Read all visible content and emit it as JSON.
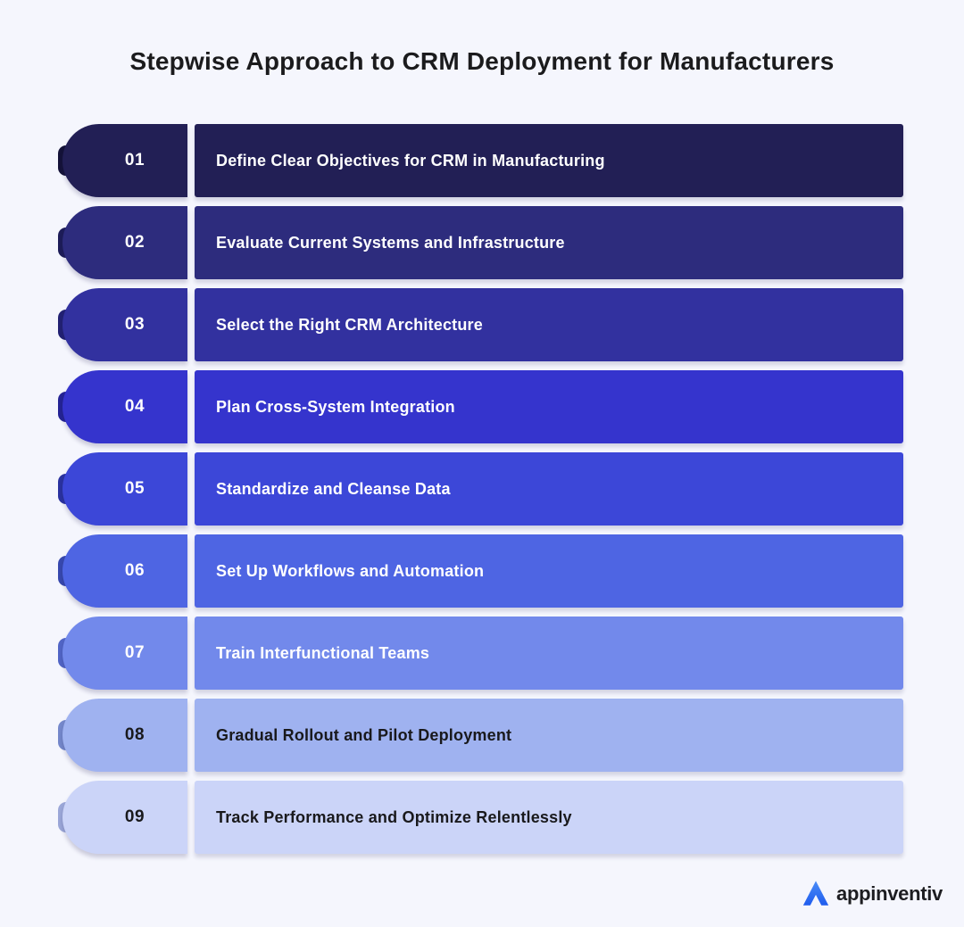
{
  "title": "Stepwise Approach to CRM Deployment for Manufacturers",
  "steps": [
    {
      "number": "01",
      "label": "Define Clear Objectives for CRM in Manufacturing",
      "bg": "#221f55",
      "notch": "#141238",
      "text_color": "#ffffff"
    },
    {
      "number": "02",
      "label": "Evaluate Current Systems and Infrastructure",
      "bg": "#2d2c7d",
      "notch": "#1d1c58",
      "text_color": "#ffffff"
    },
    {
      "number": "03",
      "label": "Select the Right CRM Architecture",
      "bg": "#32319f",
      "notch": "#222173",
      "text_color": "#ffffff"
    },
    {
      "number": "04",
      "label": "Plan Cross-System Integration",
      "bg": "#3534cd",
      "notch": "#242395",
      "text_color": "#ffffff"
    },
    {
      "number": "05",
      "label": "Standardize and Cleanse Data",
      "bg": "#3c47d8",
      "notch": "#2a32a0",
      "text_color": "#ffffff"
    },
    {
      "number": "06",
      "label": "Set Up Workflows and Automation",
      "bg": "#4e65e3",
      "notch": "#3748ae",
      "text_color": "#ffffff"
    },
    {
      "number": "07",
      "label": "Train Interfunctional Teams",
      "bg": "#7289eb",
      "notch": "#5165c6",
      "text_color": "#ffffff"
    },
    {
      "number": "08",
      "label": "Gradual Rollout and Pilot Deployment",
      "bg": "#9fb2f0",
      "notch": "#7588cb",
      "text_color": "#19191c"
    },
    {
      "number": "09",
      "label": "Track Performance and Optimize Relentlessly",
      "bg": "#cbd4f8",
      "notch": "#9ba7d8",
      "text_color": "#19191c"
    }
  ],
  "footer": {
    "logo_text": "appinventiv",
    "logo_icon": "appinventiv-triangle-a",
    "logo_color_top": "#4a8cf7",
    "logo_color_bottom": "#1f5cee"
  },
  "colors": {
    "background": "#f5f6fd",
    "title_text": "#1b1b1d"
  }
}
